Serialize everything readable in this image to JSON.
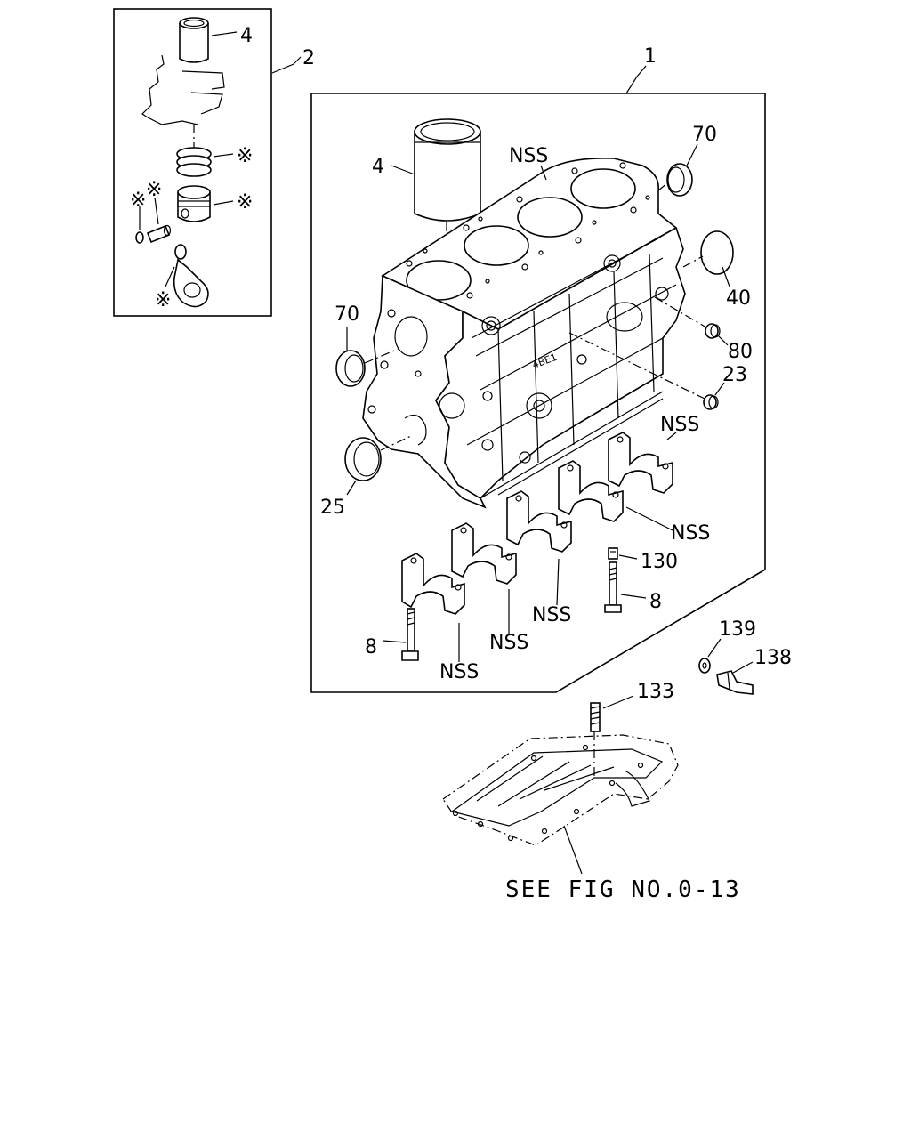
{
  "diagram": {
    "inset_callouts": {
      "liner": "4",
      "assembly": "2",
      "rings": "※",
      "piston": "※",
      "clip": "※",
      "pin": "※",
      "rod": "※"
    },
    "callouts": {
      "block_assembly": "1",
      "liner": "4",
      "head_face": "NSS",
      "seal_rear_top": "70",
      "plug_side": "40",
      "seal_front": "70",
      "plug_80": "80",
      "plug_23": "23",
      "seal_25": "25",
      "cap_nss_1": "NSS",
      "cap_nss_2": "NSS",
      "cap_nss_3": "NSS",
      "cap_nss_4": "NSS",
      "cap_nss_5": "NSS",
      "bolt_130": "130",
      "bolt_8_right": "8",
      "bolt_8_left": "8",
      "washer_139": "139",
      "nozzle_138": "138",
      "stud_133": "133"
    },
    "engraving": "4BE1",
    "reference_note": "SEE FIG NO.0-13"
  }
}
